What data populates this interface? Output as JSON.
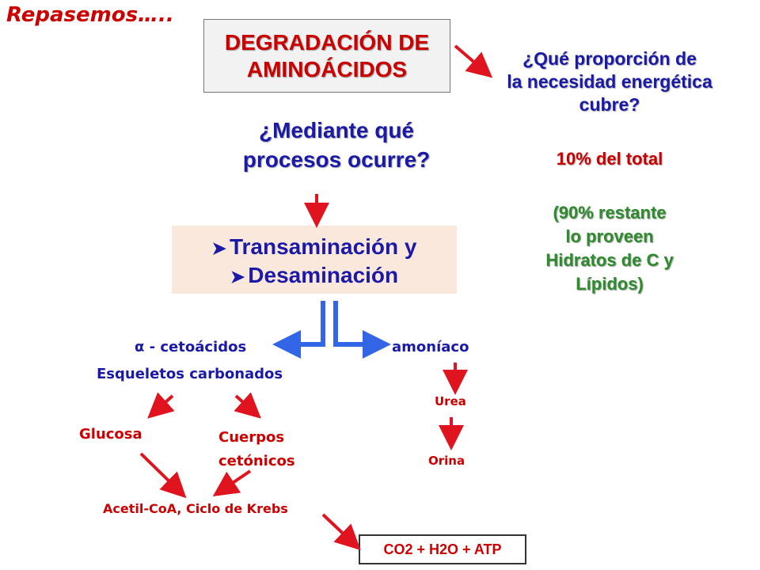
{
  "header": {
    "repasemos": "Repasemos….."
  },
  "title": {
    "line1": "DEGRADACIÓN DE",
    "line2": "AMINOÁCIDOS"
  },
  "question_right": {
    "line1": "¿Qué proporción de",
    "line2": "la necesidad energética",
    "line3": "cubre?"
  },
  "answer_pct": "10% del total",
  "answer_rest": {
    "line1": "(90% restante",
    "line2": "lo proveen",
    "line3": "Hidratos de C y",
    "line4": "Lípidos)"
  },
  "question_mid": {
    "line1": "¿Mediante qué",
    "line2": "procesos ocurre?"
  },
  "processes": {
    "item1": "Transaminación y",
    "item2": "Desaminación"
  },
  "products": {
    "left": "α - cetoácidos",
    "right": "amoníaco",
    "skeletons": "Esqueletos carbonados"
  },
  "carbon_fates": {
    "glucose": "Glucosa",
    "ketone_line1": "Cuerpos",
    "ketone_line2": "cetónicos"
  },
  "nitrogen_path": {
    "urea": "Urea",
    "urine": "Orina"
  },
  "krebs": "Acetil-CoA, Ciclo de Krebs",
  "final": "CO2 + H2O + ATP",
  "colors": {
    "red": "#cc0000",
    "blue": "#1a1aa6",
    "green": "#2e8b2e",
    "arrow_red": "#e0141e",
    "arrow_blue": "#3366e6"
  }
}
